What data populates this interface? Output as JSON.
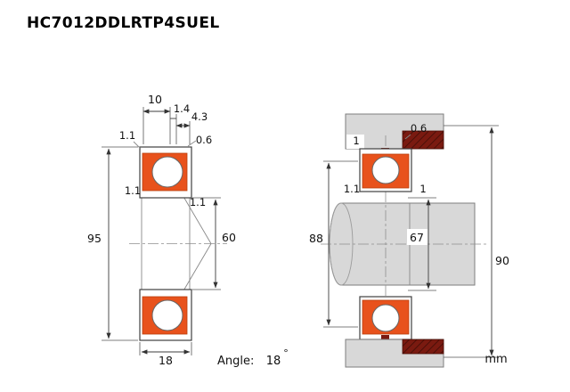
{
  "title": "HC7012DDLRTP4SUEL",
  "footer": {
    "angle_label": "Angle:",
    "angle_value": "18",
    "degree": "°",
    "units": "mm"
  },
  "left_view": {
    "dims": {
      "top_width": "10",
      "seal_width": "1.4",
      "lip_width": "4.3",
      "lip_gap": "0.6",
      "chamfer_outer": "1.1",
      "chamfer_face": "1.1",
      "chamfer_inner": "1.1",
      "outer_diameter": "95",
      "bore_diameter": "60",
      "width": "18"
    }
  },
  "right_view": {
    "dims": {
      "rib_width": "1",
      "gap": "0.6",
      "chamfer_left": "1.1",
      "chamfer_right": "1",
      "abutment_left": "88",
      "shaft_shoulder": "67",
      "housing_shoulder": "90"
    }
  },
  "colors": {
    "seal": "#e8521c",
    "clamp": "#7a1a10",
    "metal": "#d8d8d8",
    "line": "#3f3f3f"
  }
}
